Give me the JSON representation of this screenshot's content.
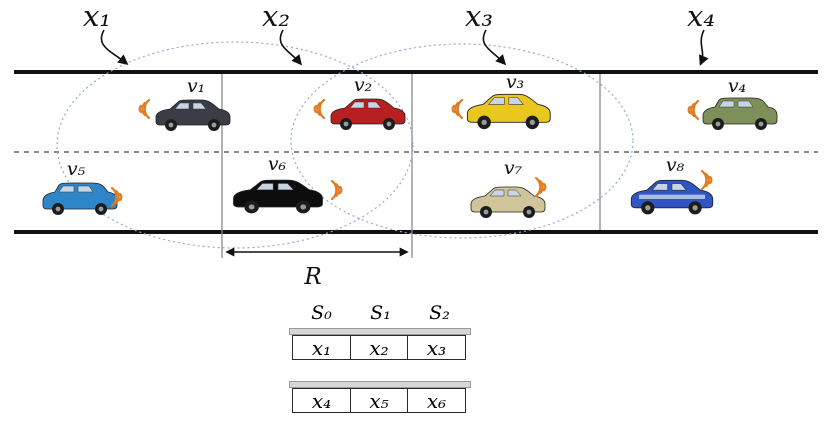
{
  "colors": {
    "wifi": "#e07b20",
    "ellipse": "#8fa9d8"
  },
  "segments": [
    {
      "label": "x₁"
    },
    {
      "label": "x₂"
    },
    {
      "label": "x₃"
    },
    {
      "label": "x₄"
    }
  ],
  "vehicles": [
    {
      "label": "v₁",
      "color": "#3a3d46"
    },
    {
      "label": "v₂",
      "color": "#b62020"
    },
    {
      "label": "v₃",
      "color": "#e9c71f"
    },
    {
      "label": "v₄",
      "color": "#7d9059"
    },
    {
      "label": "v₅",
      "color": "#2e86c8"
    },
    {
      "label": "v₆",
      "color": "#0d0d0d"
    },
    {
      "label": "v₇",
      "color": "#cfc49a"
    },
    {
      "label": "v₈",
      "color": "#2f55c4"
    }
  ],
  "range": {
    "label": "R"
  },
  "tables": {
    "headers": [
      "S₀",
      "S₁",
      "S₂"
    ],
    "rows": [
      [
        "x₁",
        "x₂",
        "x₃"
      ],
      [
        "x₄",
        "x₅",
        "x₆"
      ]
    ]
  }
}
